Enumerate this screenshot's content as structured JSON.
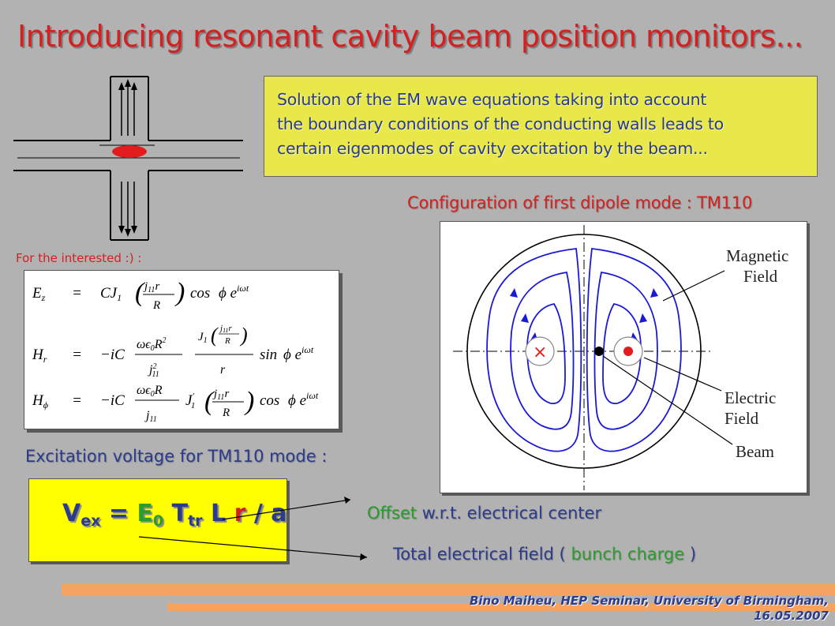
{
  "title": "Introducing resonant cavity beam position monitors...",
  "description_lines": [
    "Solution of the EM wave equations taking into account",
    "the boundary conditions of the conducting walls leads to",
    "certain eigenmodes of cavity excitation by the beam..."
  ],
  "configuration_label": "Configuration of first dipole mode : TM110",
  "interested_label": "For the interested :) :",
  "diagram_labels": {
    "magnetic": [
      "Magnetic",
      "Field"
    ],
    "electric": [
      "Electric",
      "Field"
    ],
    "beam": "Beam"
  },
  "excitation_label": "Excitation voltage for TM110 mode :",
  "formula": {
    "V": "V",
    "V_sub": "ex",
    "eq": "=",
    "E": "E",
    "E_sub": "0",
    "T": "T",
    "T_sub": "tr",
    "L": "L",
    "r": "r",
    "slash_a": "/ a"
  },
  "offset": {
    "word": "Offset",
    "rest": "w.r.t. electrical center"
  },
  "total": {
    "prefix": "Total electrical field (",
    "highlight": "bunch charge",
    "suffix": ")"
  },
  "footer": [
    "Bino Maiheu, HEP Seminar, University of Birmingham,",
    "16.05.2007"
  ],
  "colors": {
    "title_red": "#d42020",
    "text_blue": "#2c3b8c",
    "green": "#2e9b2e",
    "field_blue": "#1a1ad6",
    "box_yellow": "#e8e84a",
    "bar_orange": "#f4a460"
  }
}
